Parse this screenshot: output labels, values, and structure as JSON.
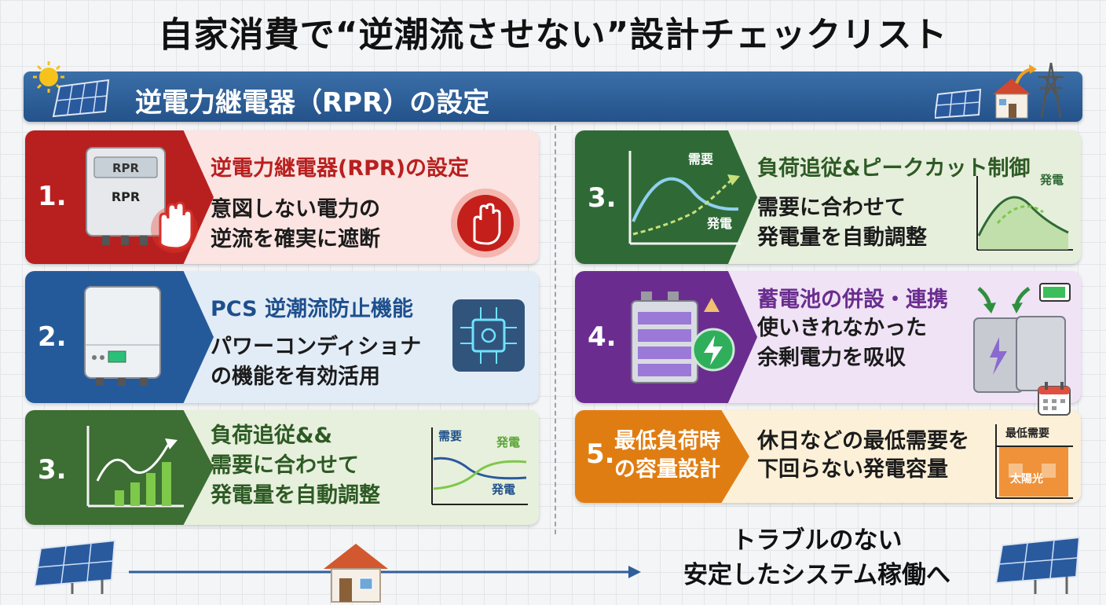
{
  "title": "自家消費で“逆潮流させない”設計チェックリスト",
  "header": {
    "label": "逆電力継電器（RPR）の設定"
  },
  "cards": {
    "rpr": {
      "number": "1.",
      "title": "逆電力継電器(RPR)の設定",
      "text": "意図しない電力の\n逆流を確実に遮断",
      "device_label": "RPR",
      "display_label": "RPR"
    },
    "pcs": {
      "number": "2.",
      "title": "PCS 逆潮流防止機能",
      "text": "パワーコンディショナ\nの機能を有効活用"
    },
    "load_left": {
      "number": "3.",
      "title": "負荷追従&&\n需要に合わせて\n発電量を自動調整",
      "chart_demand": "需要",
      "chart_generation": "発電",
      "chart_generation_2": "発電"
    },
    "load_right": {
      "number": "3.",
      "title": "負荷追従&ピークカット制御",
      "text": "需要に合わせて\n発電量を自動調整",
      "icon_demand": "需要",
      "icon_generation": "発電",
      "chart_generation": "発電"
    },
    "battery": {
      "number": "4.",
      "title": "蓄電池の併設・連携",
      "text": "使いきれなかった\n余剰電力を吸収"
    },
    "minload": {
      "number": "5.",
      "title": "最低負荷時\nの容量設計",
      "text": "休日などの最低需要を\n下回らない発電容量",
      "chart_min_demand": "最低需要",
      "chart_solar": "太陽光"
    }
  },
  "footer": {
    "text": "トラブルのない\n安定したシステム稼働へ"
  },
  "colors": {
    "red": "#b8201f",
    "blue": "#255a9a",
    "green": "#3d6e34",
    "darkgreen": "#2f6a36",
    "purple": "#6a2d8f",
    "orange": "#e07d12"
  }
}
